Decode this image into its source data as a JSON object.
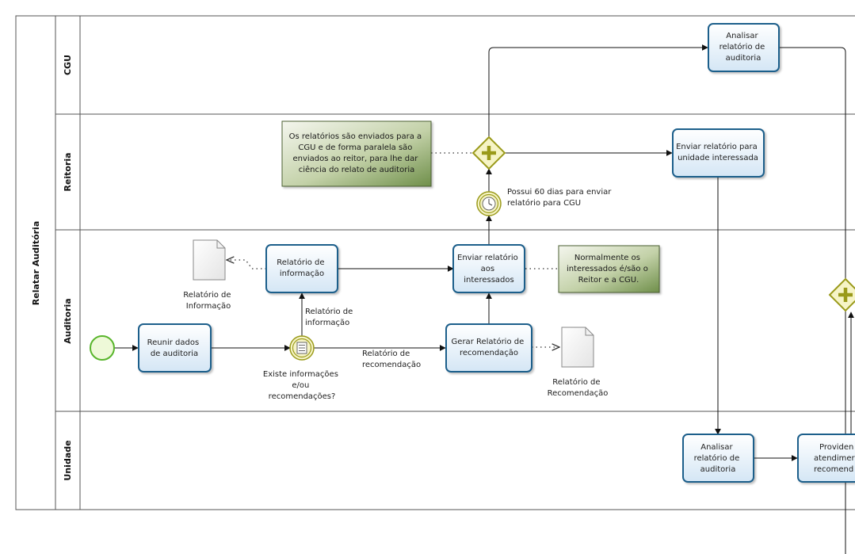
{
  "pool": {
    "title": "Relatar Auditória",
    "lanes": [
      "CGU",
      "Reitoria",
      "Auditoria",
      "Unidade"
    ]
  },
  "tasks": [
    {
      "id": "reunir",
      "lines": [
        "Reunir dados",
        "de auditoria"
      ]
    },
    {
      "id": "rel-info",
      "lines": [
        "Relatório de",
        "informação"
      ]
    },
    {
      "id": "enviar-interessados",
      "lines": [
        "Enviar relatório",
        "aos",
        "interessados"
      ]
    },
    {
      "id": "gerar-rec",
      "lines": [
        "Gerar Relatório de",
        "recomendação"
      ]
    },
    {
      "id": "enviar-unidade",
      "lines": [
        "Enviar relatório para",
        "unidade interessada"
      ]
    },
    {
      "id": "analisar-cgu",
      "lines": [
        "Analisar",
        "relatório de",
        "auditoria"
      ]
    },
    {
      "id": "analisar-unidade",
      "lines": [
        "Analisar",
        "relatório de",
        "auditoria"
      ]
    },
    {
      "id": "providenciar",
      "lines": [
        "Providen",
        "atendimer",
        "recomend"
      ]
    }
  ],
  "notes": [
    {
      "id": "note-reitoria",
      "lines": [
        "Os relatórios são enviados para a",
        "CGU e de forma paralela são",
        "enviados ao reitor, para lhe dar",
        "ciência do relato de auditoria"
      ]
    },
    {
      "id": "note-auditoria",
      "lines": [
        "Normalmente os",
        "interessados é/são o",
        "Reitor e a CGU."
      ]
    }
  ],
  "documents": [
    {
      "id": "doc-info",
      "lines": [
        "Relatório de",
        "Informação"
      ]
    },
    {
      "id": "doc-rec",
      "lines": [
        "Relatório de",
        "Recomendação"
      ]
    }
  ],
  "labels": {
    "timer": [
      "Possui 60 dias para enviar",
      "relatório para  CGU"
    ],
    "flow_info": [
      "Relatório de",
      "informação"
    ],
    "flow_rec": [
      "Relatório de",
      "recomendação"
    ],
    "intermediate_event": [
      "Existe informações",
      "e/ou",
      "recomendações?"
    ]
  },
  "colors": {
    "task_stroke": "#1f5f8b",
    "task_fill_top": "#ffffff",
    "task_fill_bottom": "#d4e6f5",
    "note_fill_top": "#f2f5ea",
    "note_fill_bottom": "#6f8f4a",
    "gateway_stroke": "#9a9a1a",
    "gateway_fill": "#f6f4c6",
    "start_stroke": "#58b52b",
    "start_fill": "#eef9d8",
    "lane_line": "#555555"
  }
}
